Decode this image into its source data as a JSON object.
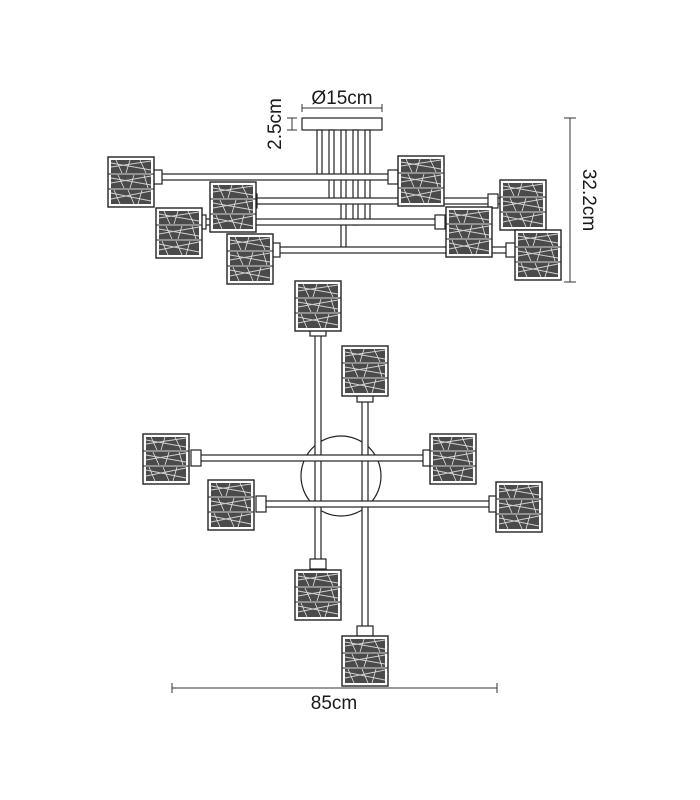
{
  "diagram": {
    "line_color": "#222222",
    "background": "#ffffff",
    "shade_fill": "#3a3a3a",
    "dimensions": {
      "canopy_diameter": "Ø15cm",
      "canopy_height": "2.5cm",
      "total_height": "32.2cm",
      "total_width": "85cm"
    }
  }
}
